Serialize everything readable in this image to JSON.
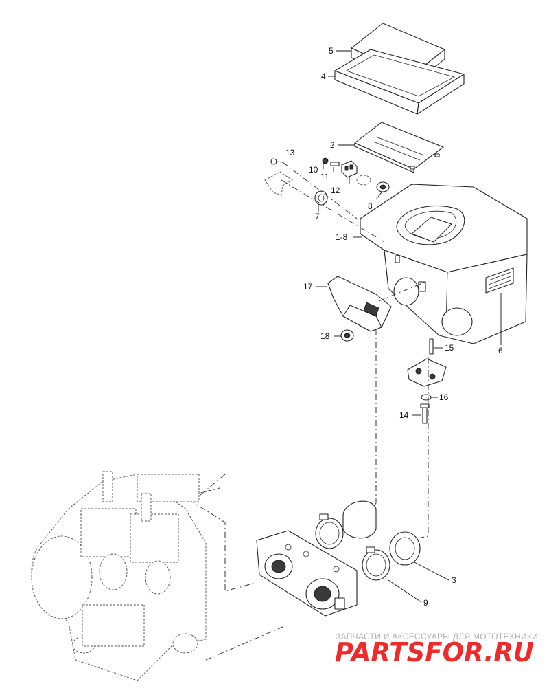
{
  "diagram": {
    "callouts": [
      "5",
      "4",
      "2",
      "13",
      "10",
      "11",
      "12",
      "8",
      "7",
      "1-8",
      "17",
      "18",
      "15",
      "6",
      "16",
      "14",
      "3",
      "9"
    ]
  },
  "watermark": {
    "tagline": "ЗАПЧАСТИ И АКСЕССУАРЫ ДЛЯ МОТОТЕХНИКИ",
    "logo": "PARTSFOR.RU",
    "logo_color": "#ee2a2a"
  }
}
